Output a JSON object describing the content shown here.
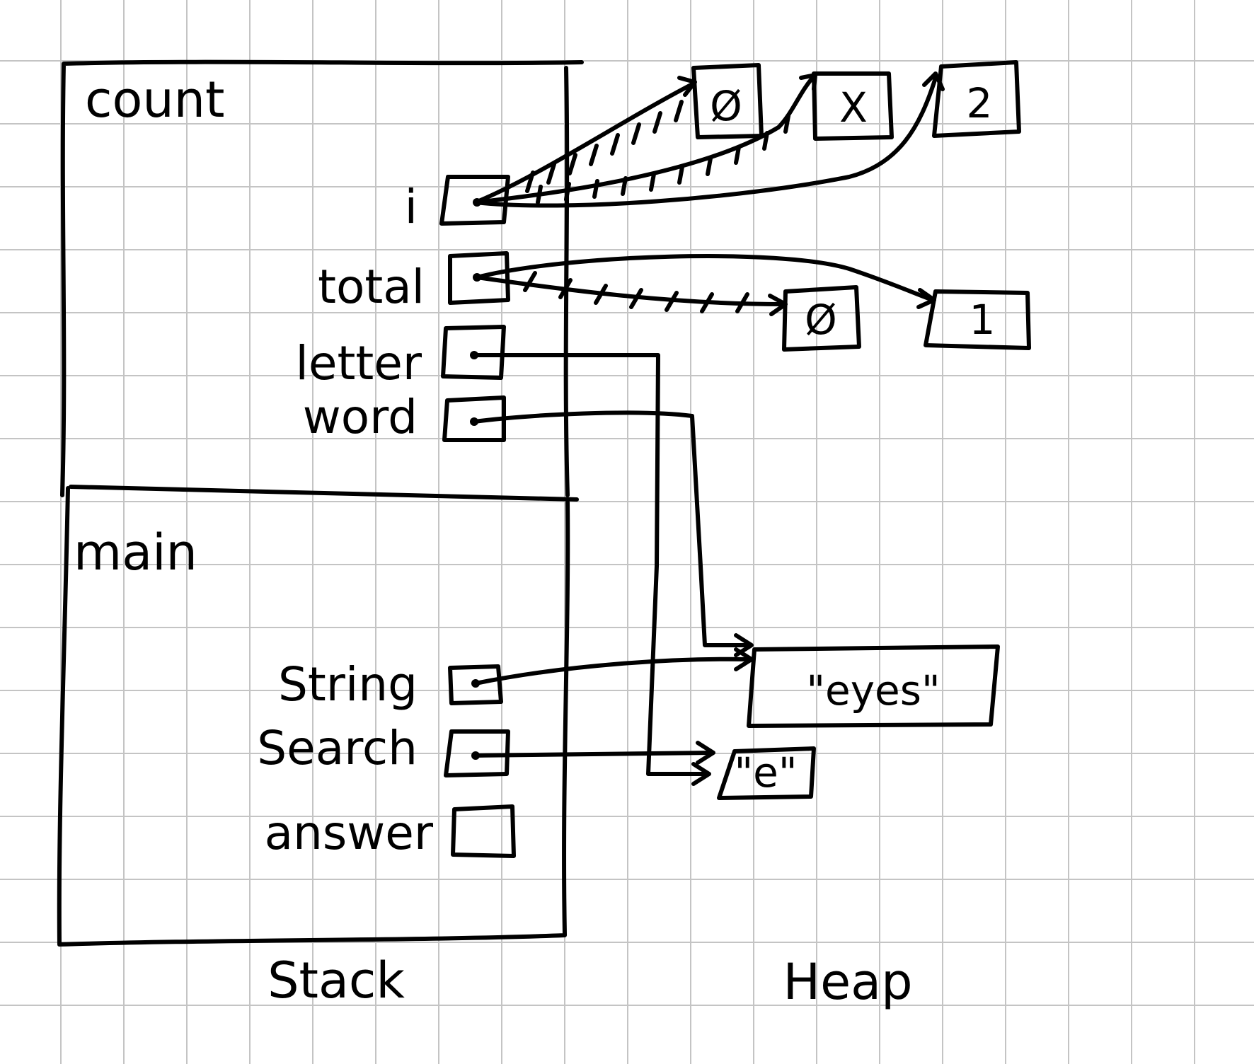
{
  "stack": {
    "caption": "Stack",
    "frames": [
      {
        "name": "count",
        "variables": [
          "i",
          "total",
          "letter",
          "word"
        ]
      },
      {
        "name": "main",
        "variables": [
          "String",
          "Search",
          "answer"
        ]
      }
    ]
  },
  "heap": {
    "caption": "Heap",
    "objects": {
      "i_values": [
        "Ø",
        "X",
        "2"
      ],
      "total_values": [
        "Ø",
        "1"
      ],
      "string_value": "\"eyes\"",
      "search_value": "\"e\""
    }
  },
  "colors": {
    "ink": "#000000",
    "grid": "#c4c4c4",
    "paper": "#ffffff"
  }
}
